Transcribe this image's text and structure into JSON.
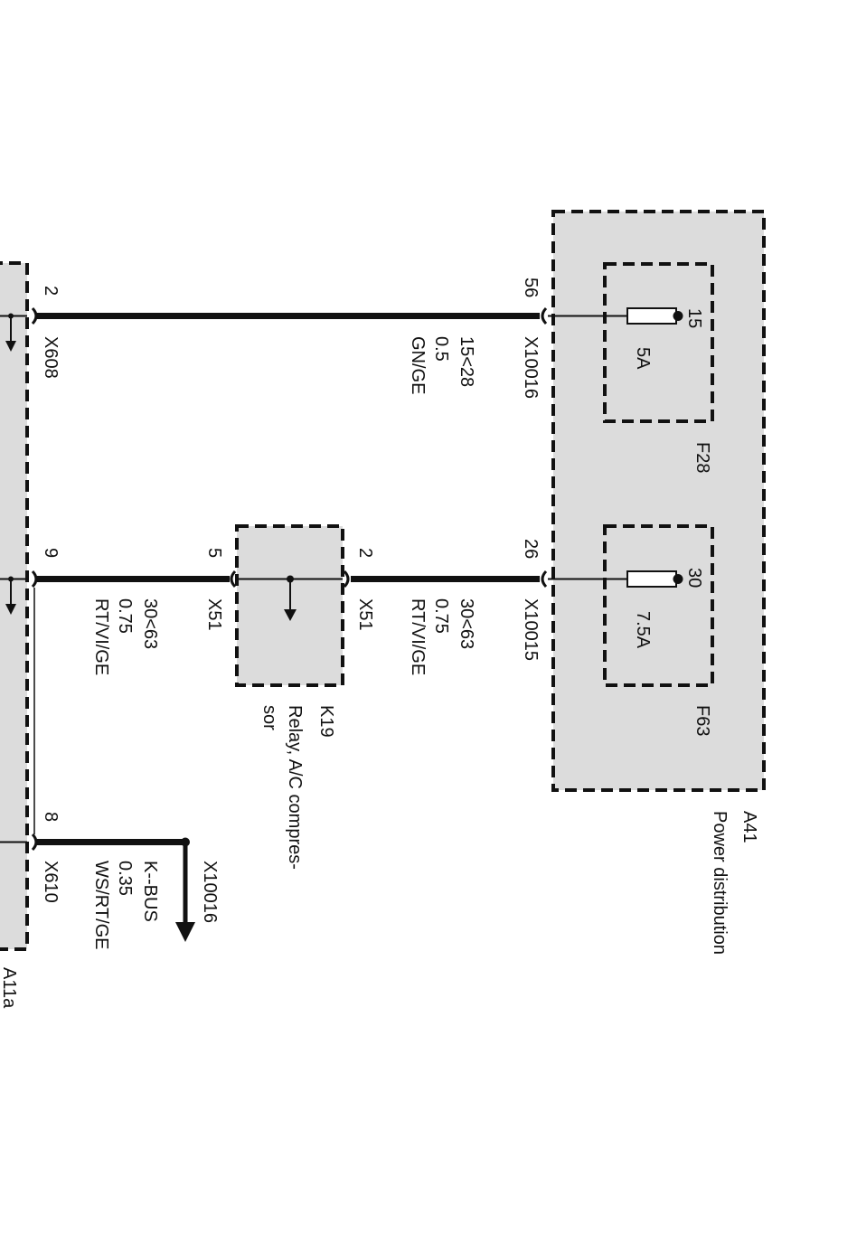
{
  "modules": {
    "power_distribution": {
      "id": "A41",
      "name": "Power distribution"
    },
    "relay": {
      "id": "K19",
      "name_line1": "Relay, A/C compres-",
      "name_line2": "sor"
    },
    "left_module": {
      "id": "A11a"
    }
  },
  "fuses": [
    {
      "id": "F28",
      "pin": "15",
      "rating": "5A"
    },
    {
      "id": "F63",
      "pin": "30",
      "rating": "7.5A"
    }
  ],
  "circuits": {
    "c1": {
      "pin_right": "56",
      "conn_right": "X10016",
      "sig": "15<28",
      "size": "0.5",
      "color": "GN/GE",
      "pin_left": "2",
      "conn_left": "X608"
    },
    "c2_right": {
      "pin_right": "26",
      "conn_right": "X10015",
      "sig": "30<63",
      "size": "0.75",
      "color": "RT/VI/GE",
      "pin_left": "2",
      "conn_left": "X51"
    },
    "c2_left": {
      "pin_right": "5",
      "conn_right": "X51",
      "sig": "30<63",
      "size": "0.75",
      "color": "RT/VI/GE",
      "pin_left": "9"
    },
    "c3": {
      "conn_dest": "X10016",
      "sig": "K--BUS",
      "size": "0.35",
      "color": "WS/RT/GE",
      "pin_left": "8",
      "conn_left": "X610"
    }
  }
}
